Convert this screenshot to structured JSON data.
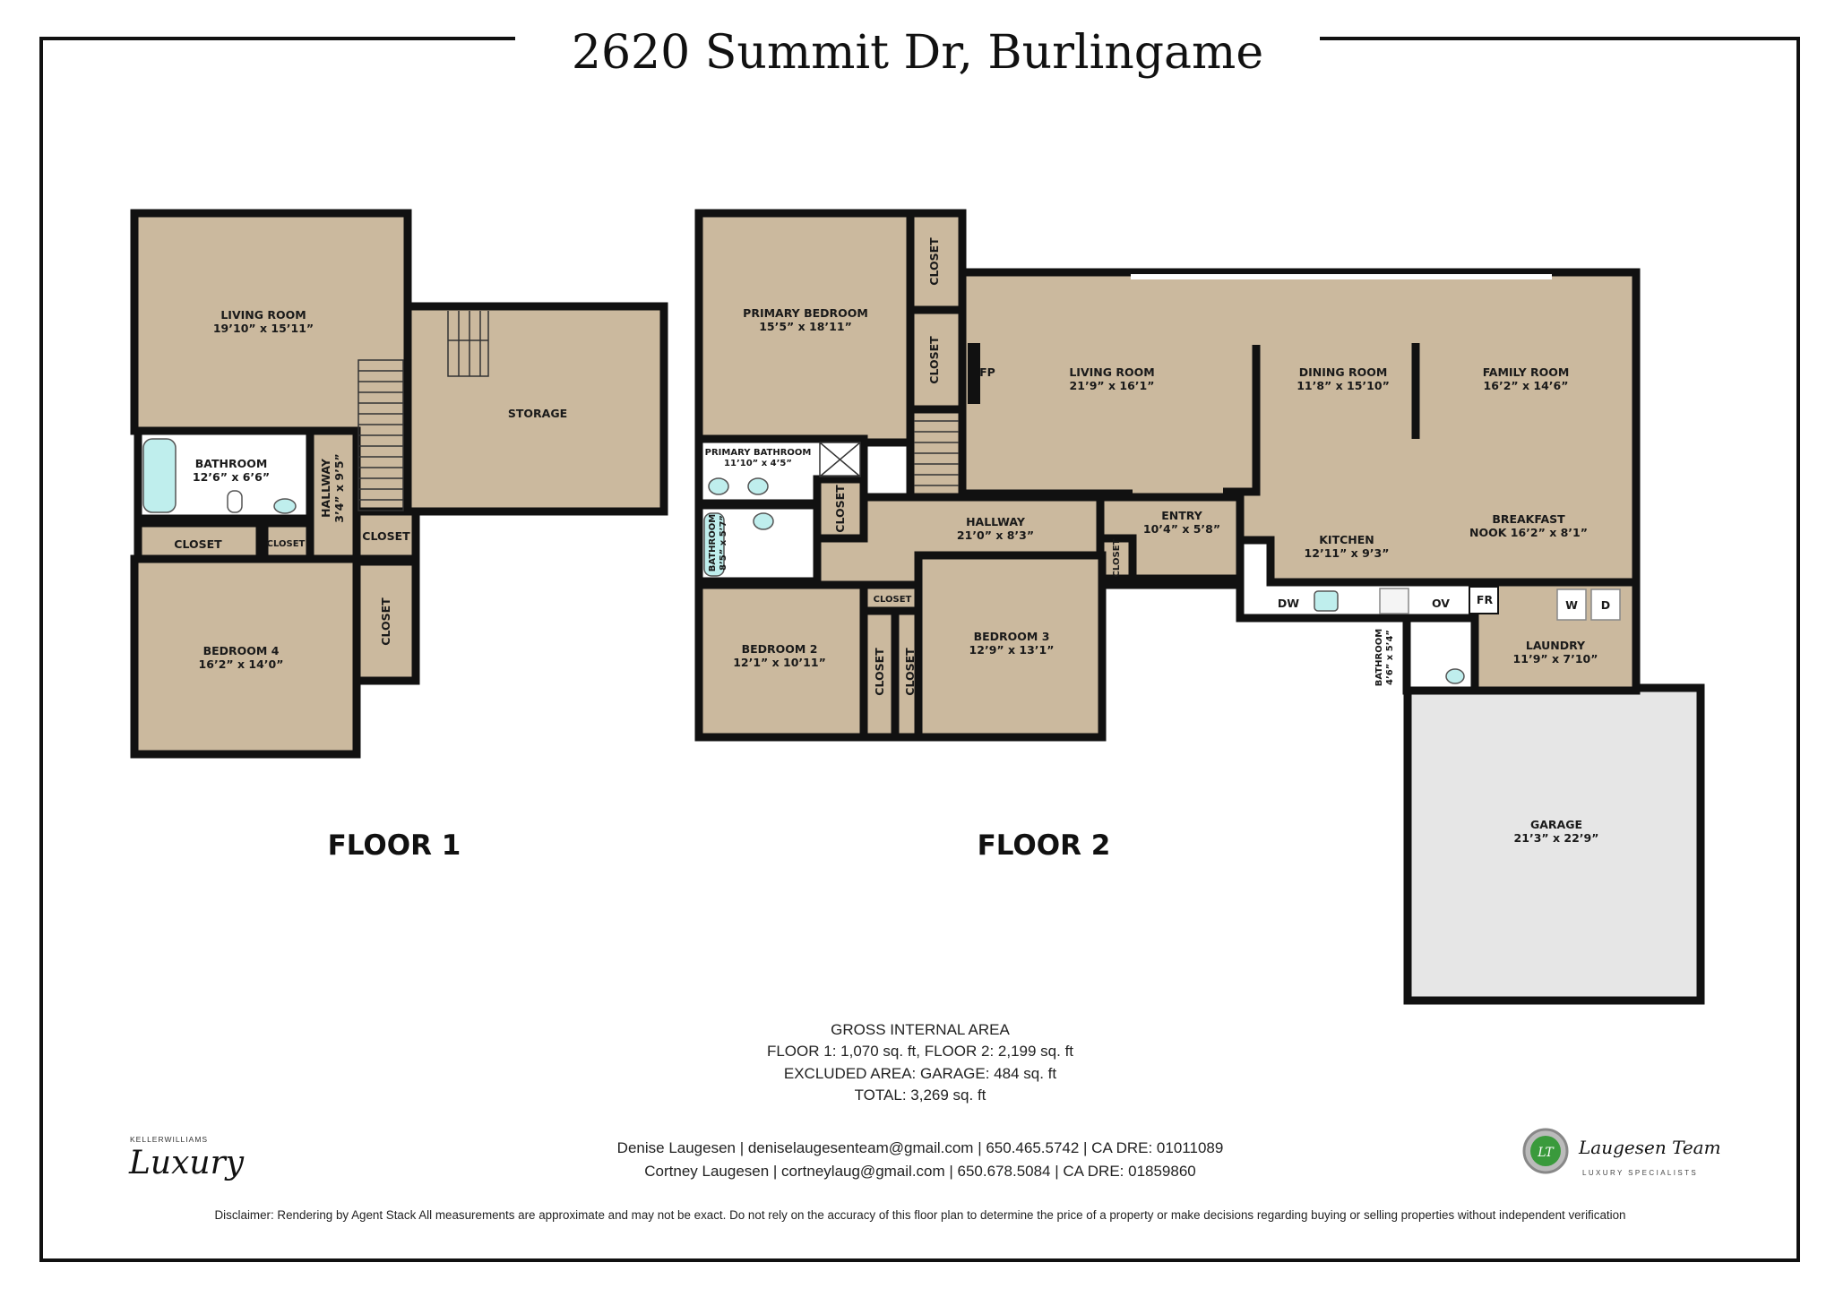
{
  "title": "2620 Summit Dr, Burlingame",
  "floor1": {
    "label": "FLOOR 1",
    "rooms": [
      {
        "name": "LIVING ROOM",
        "dims": "19’10” x 15’11”"
      },
      {
        "name": "STORAGE",
        "dims": ""
      },
      {
        "name": "BATHROOM",
        "dims": "12’6” x 6’6”"
      },
      {
        "name": "HALLWAY",
        "dims": "3’4” x 9’5”"
      },
      {
        "name": "CLOSET",
        "dims": ""
      },
      {
        "name": "CLOSET",
        "dims": ""
      },
      {
        "name": "CLOSET",
        "dims": ""
      },
      {
        "name": "BEDROOM 4",
        "dims": "16’2” x 14’0”"
      },
      {
        "name": "CLOSET",
        "dims": ""
      }
    ]
  },
  "floor2": {
    "label": "FLOOR 2",
    "rooms": [
      {
        "name": "PRIMARY BEDROOM",
        "dims": "15’5” x 18’11”"
      },
      {
        "name": "CLOSET",
        "dims": ""
      },
      {
        "name": "CLOSET",
        "dims": ""
      },
      {
        "name": "LIVING ROOM",
        "dims": "21’9” x 16’1”"
      },
      {
        "name": "DINING ROOM",
        "dims": "11’8” x 15’10”"
      },
      {
        "name": "FAMILY ROOM",
        "dims": "16’2” x 14’6”"
      },
      {
        "name": "PRIMARY BATHROOM",
        "dims": "11’10” x 4’5”"
      },
      {
        "name": "BATHROOM",
        "dims": "8’5” x 5’7”"
      },
      {
        "name": "CLOSET",
        "dims": ""
      },
      {
        "name": "HALLWAY",
        "dims": "21’0” x 8’3”"
      },
      {
        "name": "ENTRY",
        "dims": "10’4” x 5’8”"
      },
      {
        "name": "CLOSET",
        "dims": ""
      },
      {
        "name": "KITCHEN",
        "dims": "12’11” x 9’3”"
      },
      {
        "name": "BREAKFAST",
        "dims": "NOOK 16’2” x 8’1”"
      },
      {
        "name": "BEDROOM 2",
        "dims": "12’1” x 10’11”"
      },
      {
        "name": "CLOSET",
        "dims": ""
      },
      {
        "name": "CLOSET",
        "dims": ""
      },
      {
        "name": "CLOSET",
        "dims": ""
      },
      {
        "name": "BEDROOM 3",
        "dims": "12’9” x 13’1”"
      },
      {
        "name": "BATHROOM",
        "dims": "4’6” x 5’4”"
      },
      {
        "name": "LAUNDRY",
        "dims": "11’9” x 7’10”"
      },
      {
        "name": "GARAGE",
        "dims": "21’3” x 22’9”"
      }
    ],
    "fixtures": {
      "fp": "FP",
      "dw": "DW",
      "ov": "OV",
      "fr": "FR",
      "w": "W",
      "d": "D"
    }
  },
  "area": {
    "heading": "GROSS INTERNAL AREA",
    "floors": "FLOOR 1: 1,070 sq. ft, FLOOR 2: 2,199 sq. ft",
    "excluded": "EXCLUDED AREA: GARAGE: 484 sq. ft",
    "total": "TOTAL: 3,269 sq. ft"
  },
  "contacts": [
    "Denise Laugesen | deniselaugesenteam@gmail.com | 650.465.5742 | CA DRE: 01011089",
    "Cortney Laugesen | cortneylaug@gmail.com | 650.678.5084 | CA DRE: 01859860"
  ],
  "logos": {
    "kw_top": "KELLERWILLIAMS",
    "kw_script": "Luxury",
    "team_monogram": "LT",
    "team_name": "Laugesen Team",
    "team_sub": "LUXURY SPECIALISTS",
    "team_green": "#3a9a3c"
  },
  "disclaimer": "Disclaimer: Rendering by Agent Stack All measurements are approximate and may not be exact. Do not rely on the accuracy of this floor plan to determine the price of a property or make decisions regarding buying or selling properties without independent verification",
  "colors": {
    "room": "#cbb99e",
    "garage": "#e6e6e6",
    "wall": "#111111",
    "fixture": "#bfeeed"
  }
}
